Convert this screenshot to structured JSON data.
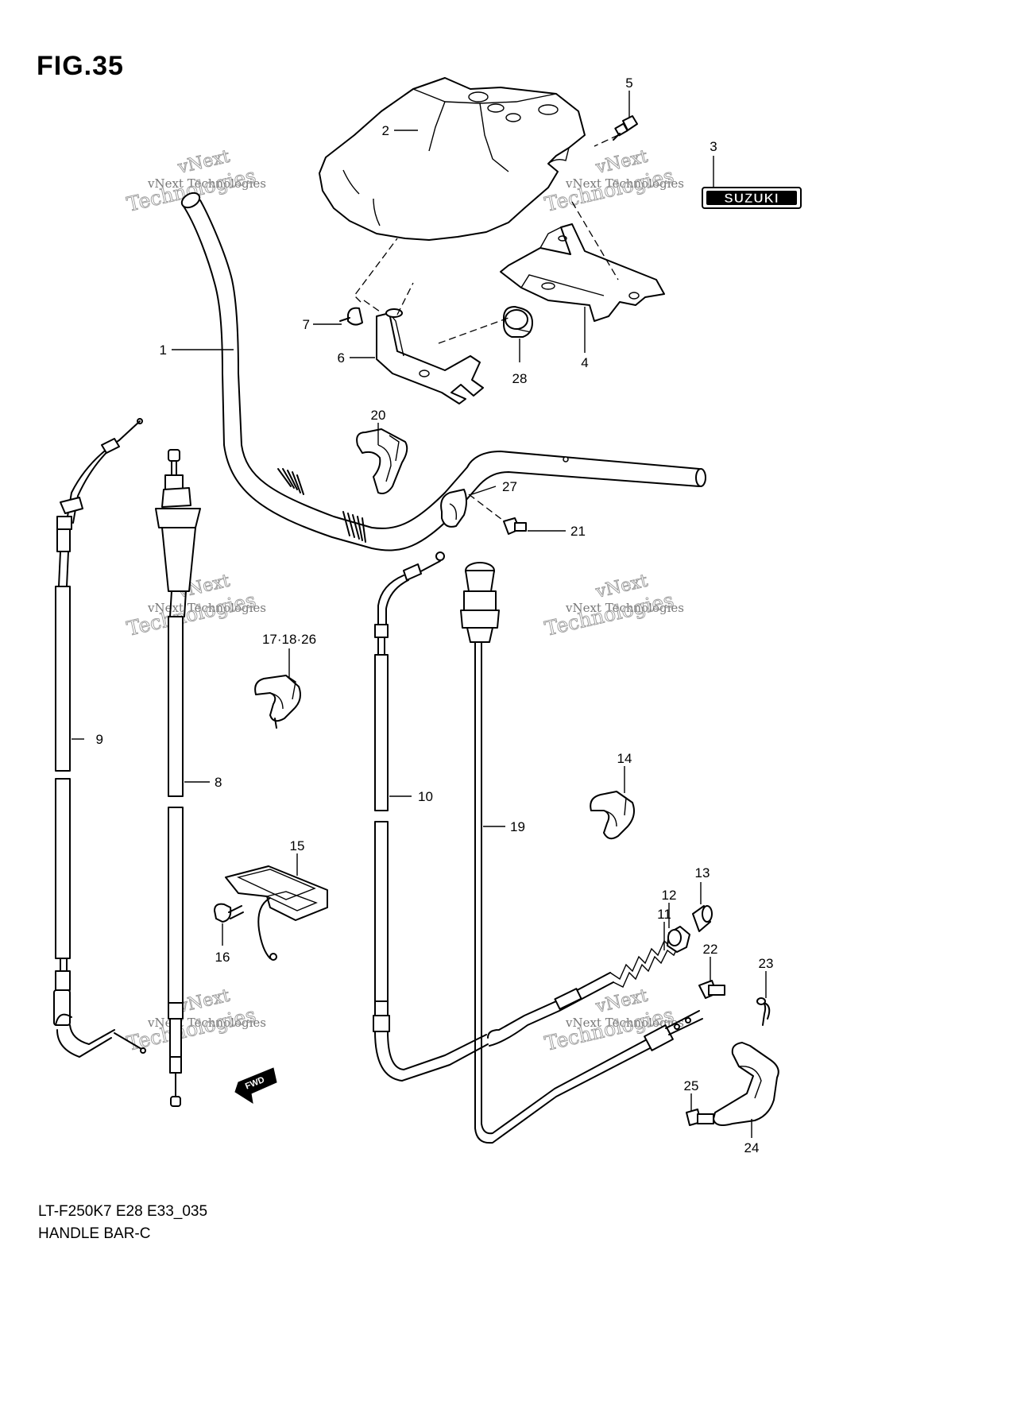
{
  "figure": {
    "title": "FIG.35",
    "model_code": "LT-F250K7 E28 E33_035",
    "caption": "HANDLE BAR-C"
  },
  "emblem_text": "SUZUKI",
  "fwd_text": "FWD",
  "watermark": {
    "line1": "vNext Technologies",
    "line2": "Technologies",
    "line3": "vNext"
  },
  "parts": [
    {
      "ref": "1"
    },
    {
      "ref": "2"
    },
    {
      "ref": "3"
    },
    {
      "ref": "4"
    },
    {
      "ref": "5"
    },
    {
      "ref": "6"
    },
    {
      "ref": "7"
    },
    {
      "ref": "8"
    },
    {
      "ref": "9"
    },
    {
      "ref": "10"
    },
    {
      "ref": "11"
    },
    {
      "ref": "12"
    },
    {
      "ref": "13"
    },
    {
      "ref": "14"
    },
    {
      "ref": "15"
    },
    {
      "ref": "16"
    },
    {
      "ref": "17·18·26"
    },
    {
      "ref": "19"
    },
    {
      "ref": "20"
    },
    {
      "ref": "21"
    },
    {
      "ref": "22"
    },
    {
      "ref": "23"
    },
    {
      "ref": "24"
    },
    {
      "ref": "25"
    },
    {
      "ref": "27"
    },
    {
      "ref": "28"
    }
  ]
}
